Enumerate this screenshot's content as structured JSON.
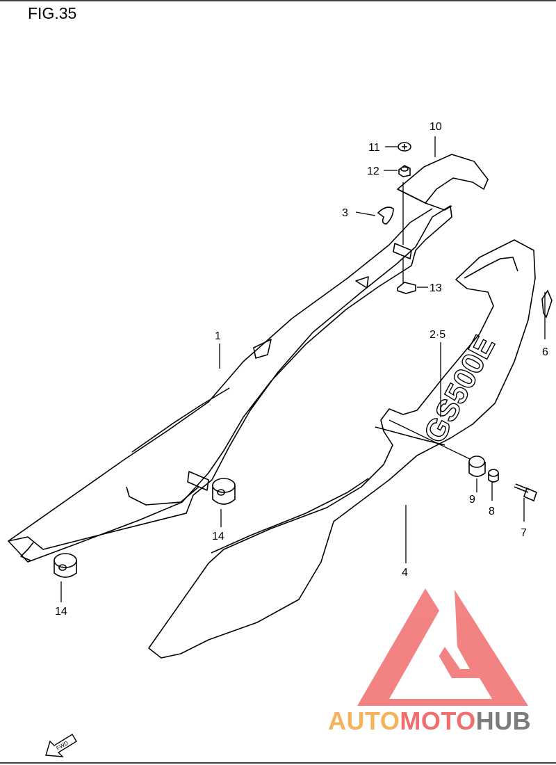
{
  "figure": {
    "title": "FIG.35"
  },
  "callouts": [
    {
      "id": "c1",
      "label": "1"
    },
    {
      "id": "c2",
      "label": "2·5"
    },
    {
      "id": "c3",
      "label": "3"
    },
    {
      "id": "c4",
      "label": "4"
    },
    {
      "id": "c6",
      "label": "6"
    },
    {
      "id": "c7",
      "label": "7"
    },
    {
      "id": "c8",
      "label": "8"
    },
    {
      "id": "c9",
      "label": "9"
    },
    {
      "id": "c10",
      "label": "10"
    },
    {
      "id": "c11",
      "label": "11"
    },
    {
      "id": "c12",
      "label": "12"
    },
    {
      "id": "c13",
      "label": "13"
    },
    {
      "id": "c14a",
      "label": "14"
    },
    {
      "id": "c14b",
      "label": "14"
    }
  ],
  "decal_text": "GS500E",
  "fwd_label": "FWD",
  "watermark": {
    "part1": "AUTO",
    "part2": "MOTO",
    "part3": "HUB"
  },
  "colors": {
    "line": "#000000",
    "logo_red": "#f26d6d",
    "logo_orange": "#f4b35a",
    "logo_gray": "#7b7b7b"
  }
}
